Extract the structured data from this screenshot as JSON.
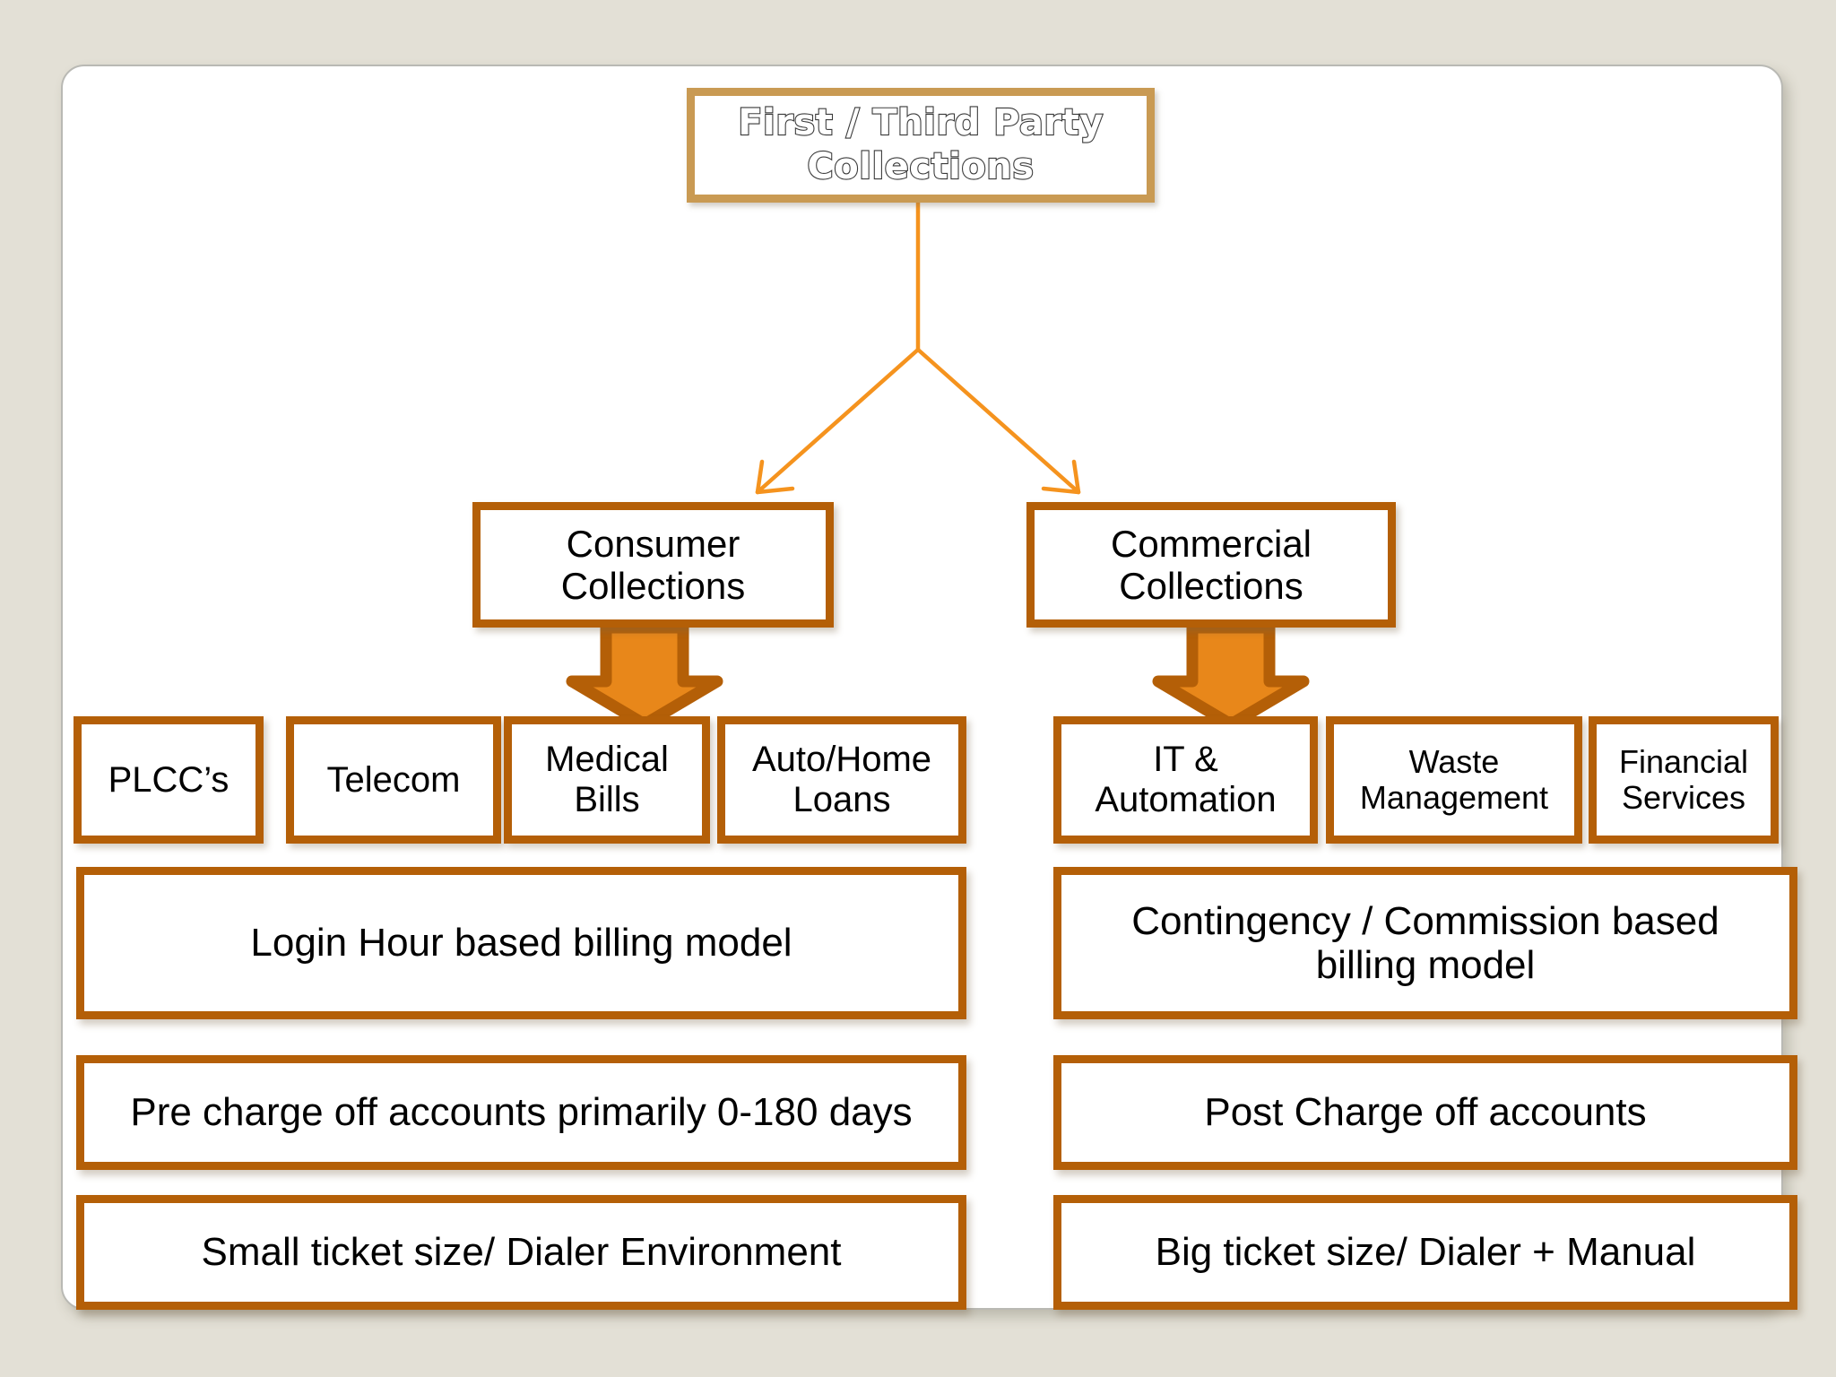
{
  "canvas": {
    "background_color": "#e3e0d6",
    "card_color": "#ffffff"
  },
  "palette": {
    "root_border": "#c99a53",
    "box_border": "#b45f07",
    "connector_line": "#f5931e",
    "block_arrow_fill": "#e8871a",
    "block_arrow_outline": "#b45f07",
    "text": "#000000"
  },
  "diagram": {
    "type": "hierarchy-tree",
    "root": {
      "label": "First / Third Party\nCollections"
    },
    "branches": [
      {
        "id": "consumer",
        "label": "Consumer\nCollections",
        "categories": [
          {
            "label": "PLCC’s"
          },
          {
            "label": "Telecom"
          },
          {
            "label": "Medical\nBills"
          },
          {
            "label": "Auto/Home\nLoans"
          }
        ],
        "attributes": [
          {
            "label": "Login Hour based billing model"
          },
          {
            "label": "Pre charge off accounts primarily 0-180 days"
          },
          {
            "label": "Small ticket size/ Dialer Environment"
          }
        ]
      },
      {
        "id": "commercial",
        "label": "Commercial\nCollections",
        "categories": [
          {
            "label": "IT &\nAutomation"
          },
          {
            "label": "Waste\nManagement"
          },
          {
            "label": "Financial\nServices"
          }
        ],
        "attributes": [
          {
            "label": "Contingency / Commission based\nbilling model"
          },
          {
            "label": "Post Charge off accounts"
          },
          {
            "label": "Big ticket size/ Dialer + Manual"
          }
        ]
      }
    ]
  }
}
